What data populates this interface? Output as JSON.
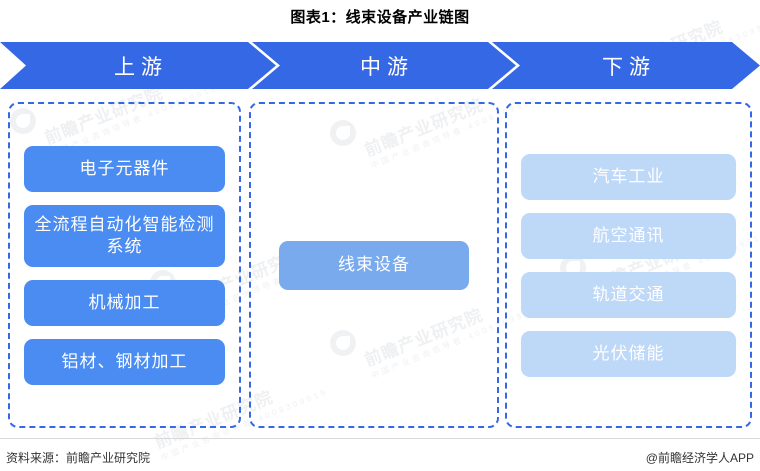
{
  "title": "图表1：线束设备产业链图",
  "colors": {
    "arrow_blue": "#3568e5",
    "upstream_node": "#4a8cf2",
    "midstream_node": "#7aaaee",
    "downstream_node": "#bed8f8",
    "dashed_border": "#3568e5"
  },
  "stages": [
    {
      "label": "上游"
    },
    {
      "label": "中游"
    },
    {
      "label": "下游"
    }
  ],
  "upstream": {
    "nodes": [
      {
        "label": "电子元器件"
      },
      {
        "label": "全流程自动化智能检测系统"
      },
      {
        "label": "机械加工"
      },
      {
        "label": "铝材、钢材加工"
      }
    ]
  },
  "midstream": {
    "nodes": [
      {
        "label": "线束设备"
      }
    ]
  },
  "downstream": {
    "nodes": [
      {
        "label": "汽车工业"
      },
      {
        "label": "航空通讯"
      },
      {
        "label": "轨道交通"
      },
      {
        "label": "光伏储能"
      }
    ]
  },
  "footer": {
    "source": "资料来源：前瞻产业研究院",
    "attribution": "@前瞻经济学人APP"
  },
  "watermark": {
    "brand": "前瞻产业研究院",
    "sub": "中国产业咨询领导者·4008309919"
  }
}
